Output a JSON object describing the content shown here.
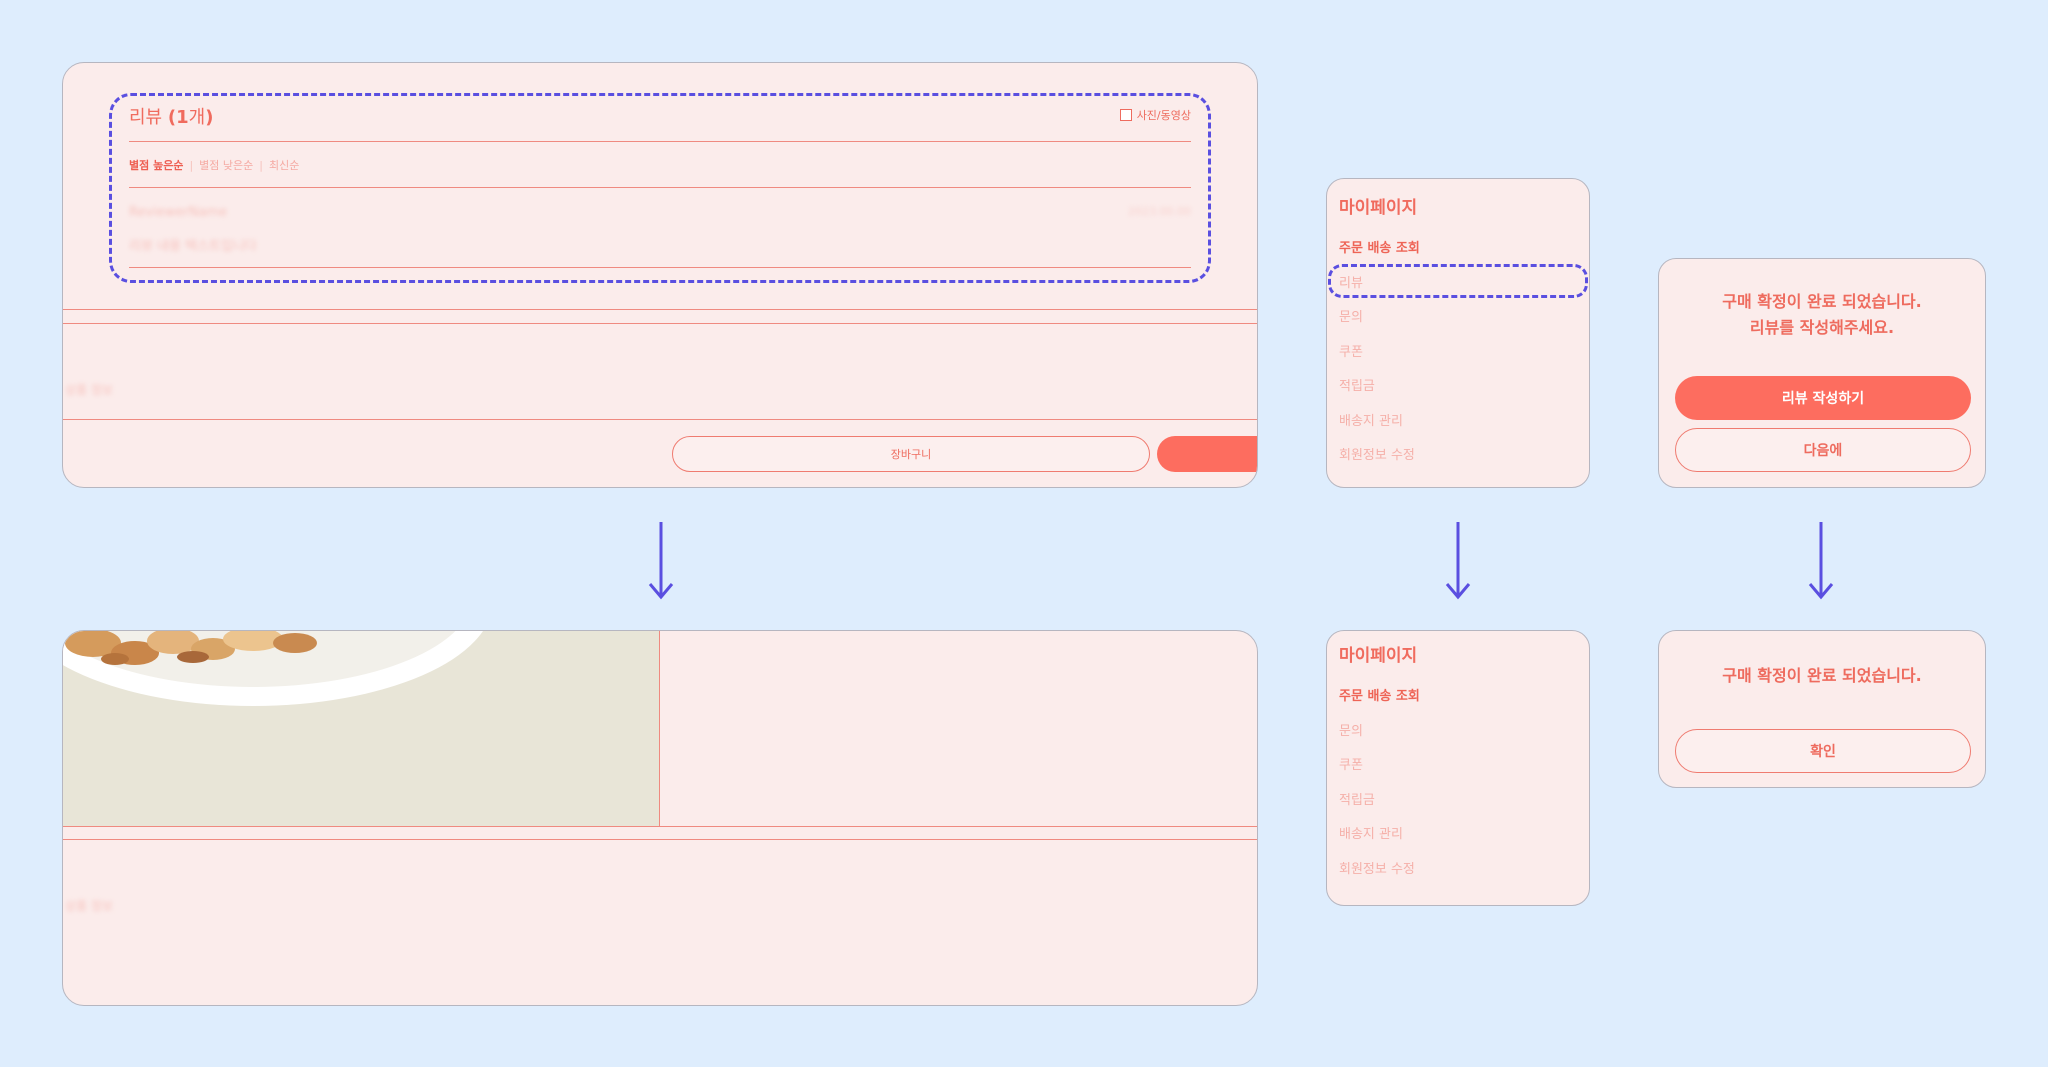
{
  "review_panel": {
    "title_prefix": "리뷰",
    "title_count_open": "(",
    "title_count": "1",
    "title_count_unit": "개",
    "title_count_close": ")",
    "photo_filter_label": "사진/동영상",
    "sort_options": [
      "별점 높은순",
      "별점 낮은순",
      "최신순"
    ],
    "sort_separator": "|",
    "blurred_author": "ReviewerName",
    "blurred_date": "2023.00.00",
    "blurred_body": "리뷰 내용 텍스트입니다",
    "blurred_side_label": "상품 정보",
    "cart_button": "장바구니"
  },
  "product_panel": {
    "blurred_side_label": "상품 정보"
  },
  "mypage_before": {
    "title": "마이페이지",
    "items": [
      "주문 배송 조회",
      "리뷰",
      "문의",
      "쿠폰",
      "적립금",
      "배송지 관리",
      "회원정보 수정"
    ]
  },
  "mypage_after": {
    "title": "마이페이지",
    "items": [
      "주문 배송 조회",
      "문의",
      "쿠폰",
      "적립금",
      "배송지 관리",
      "회원정보 수정"
    ]
  },
  "confirm_before": {
    "message_line1": "구매 확정이 완료 되었습니다.",
    "message_line2": "리뷰를 작성해주세요.",
    "write_review_button": "리뷰 작성하기",
    "later_button": "다음에"
  },
  "confirm_after": {
    "message": "구매 확정이 완료 되었습니다.",
    "ok_button": "확인"
  },
  "colors": {
    "background": "#deedfd",
    "panel": "#fbeceb",
    "accent": "#fd6d5f",
    "highlight_dash": "#5a4fe0"
  }
}
